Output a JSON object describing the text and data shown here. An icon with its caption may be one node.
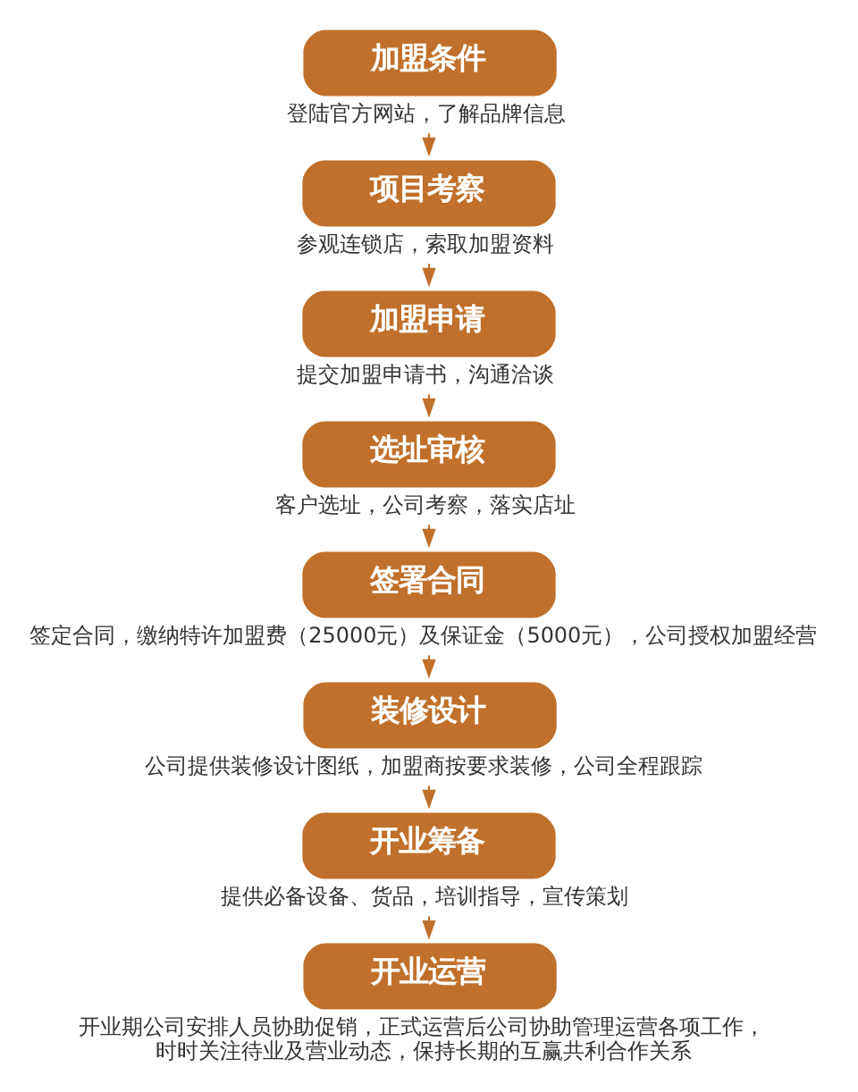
{
  "diagram": {
    "nodes": [
      {
        "text": [
          "加盟条件"
        ],
        "beside": [
          "登陆官方网站，了解品牌信息"
        ]
      },
      {
        "text": [
          "项目考察"
        ],
        "beside": [
          "参观连锁店，索取加盟资料"
        ]
      },
      {
        "text": [
          "加盟申请"
        ],
        "beside": [
          "提交加盟申请书，沟通洽谈"
        ]
      },
      {
        "text": [
          "选址审核"
        ],
        "beside": [
          "客户选址，公司考察，落实店址"
        ]
      },
      {
        "text": [
          "签署合同"
        ],
        "beside": [
          "签定合同，缴纳特许加盟费（25000元）及保证金（5000元），公司授权加盟经营"
        ]
      },
      {
        "text": [
          "装修设计"
        ],
        "beside": [
          "公司提供装修设计图纸，加盟商按要求装修，公司全程跟踪"
        ]
      },
      {
        "text": [
          "开业筹备"
        ],
        "beside": [
          "提供必备设备、货品，培训指导，宣传策划"
        ]
      },
      {
        "text": [
          "开业运营"
        ],
        "beside": [
          "开业期公司安排人员协助促销，正式运营后公司协助管理运营各项工作，时时关注待业及营业动态，保持长期的互赢共利合作关系"
        ]
      }
    ],
    "edges": [
      {
        "from": 0,
        "to": 1,
        "arrow": "to"
      },
      {
        "from": 1,
        "to": 2,
        "arrow": "to"
      },
      {
        "from": 2,
        "to": 3,
        "arrow": "to"
      },
      {
        "from": 3,
        "to": 4,
        "arrow": "to"
      },
      {
        "from": 4,
        "to": 5,
        "arrow": "to"
      },
      {
        "from": 5,
        "to": 6,
        "arrow": "to"
      },
      {
        "from": 6,
        "to": 7,
        "arrow": "to"
      }
    ]
  }
}
